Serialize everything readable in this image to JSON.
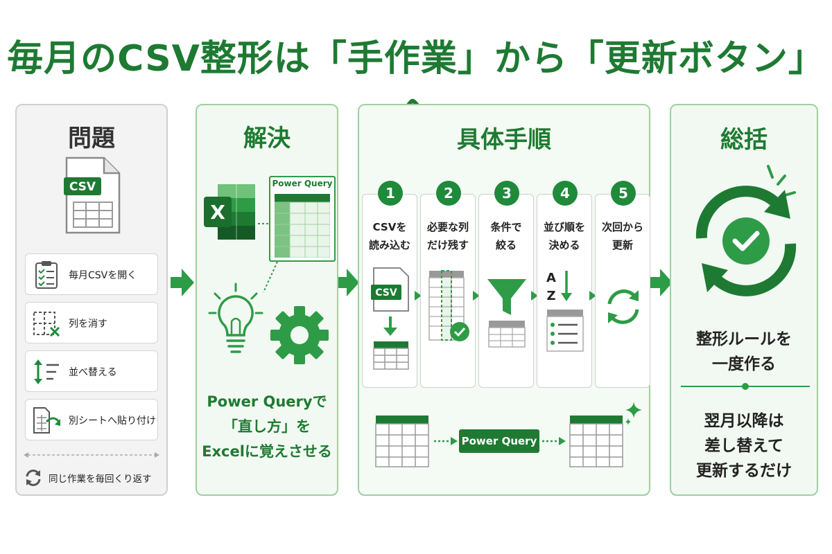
{
  "title": "毎月のCSV整形は「手作業」から「更新ボタン」へ",
  "colors": {
    "accent": "#1e7a32",
    "accent_light": "#2e9b47",
    "panel_green": "#f2f9f2",
    "panel_gray": "#f3f3f3"
  },
  "problem": {
    "heading": "問題",
    "file_label": "CSV",
    "steps": [
      {
        "label": "毎月CSVを開く",
        "icon": "checklist-icon"
      },
      {
        "label": "列を消す",
        "icon": "delete-column-icon"
      },
      {
        "label": "並べ替える",
        "icon": "sort-icon"
      },
      {
        "label": "別シートへ貼り付け",
        "icon": "paste-sheet-icon"
      }
    ],
    "repeat_label": "同じ作業を毎回くり返す"
  },
  "solution": {
    "heading": "解決",
    "pq_label": "Power Query",
    "excel_letter": "X",
    "lines": [
      "Power Queryで",
      "「直し方」を",
      "Excelに覚えさせる"
    ]
  },
  "steps": {
    "heading": "具体手順",
    "items": [
      {
        "num": "1",
        "line1": "CSVを",
        "line2": "読み込む",
        "icon": "csv-import-icon",
        "csv": "CSV"
      },
      {
        "num": "2",
        "line1": "必要な列",
        "line2": "だけ残す",
        "icon": "column-select-icon"
      },
      {
        "num": "3",
        "line1": "条件で",
        "line2": "絞る",
        "icon": "filter-icon"
      },
      {
        "num": "4",
        "line1": "並び順を",
        "line2": "決める",
        "icon": "sort-az-icon",
        "a": "A",
        "z": "Z"
      },
      {
        "num": "5",
        "line1": "次回から",
        "line2": "更新",
        "icon": "refresh-icon"
      }
    ],
    "flow_label": "Power Query"
  },
  "summary": {
    "heading": "総括",
    "top_lines": [
      "整形ルールを",
      "一度作る"
    ],
    "bottom_lines": [
      "翌月以降は",
      "差し替えて",
      "更新するだけ"
    ]
  }
}
